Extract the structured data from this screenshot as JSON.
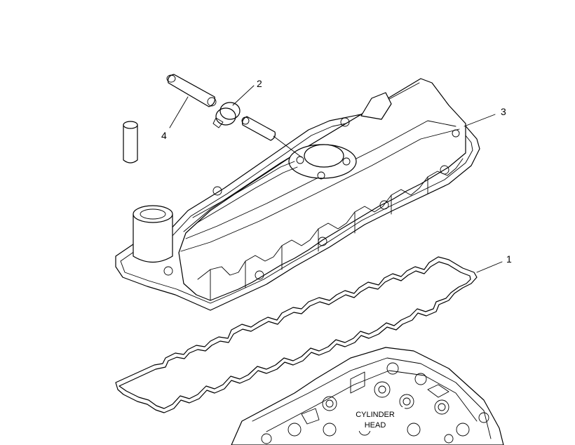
{
  "callouts": {
    "c1": "1",
    "c2": "2",
    "c3": "3",
    "c4": "4"
  },
  "labels": {
    "cylinder_head_line1": "CYLINDER",
    "cylinder_head_line2": "HEAD"
  }
}
